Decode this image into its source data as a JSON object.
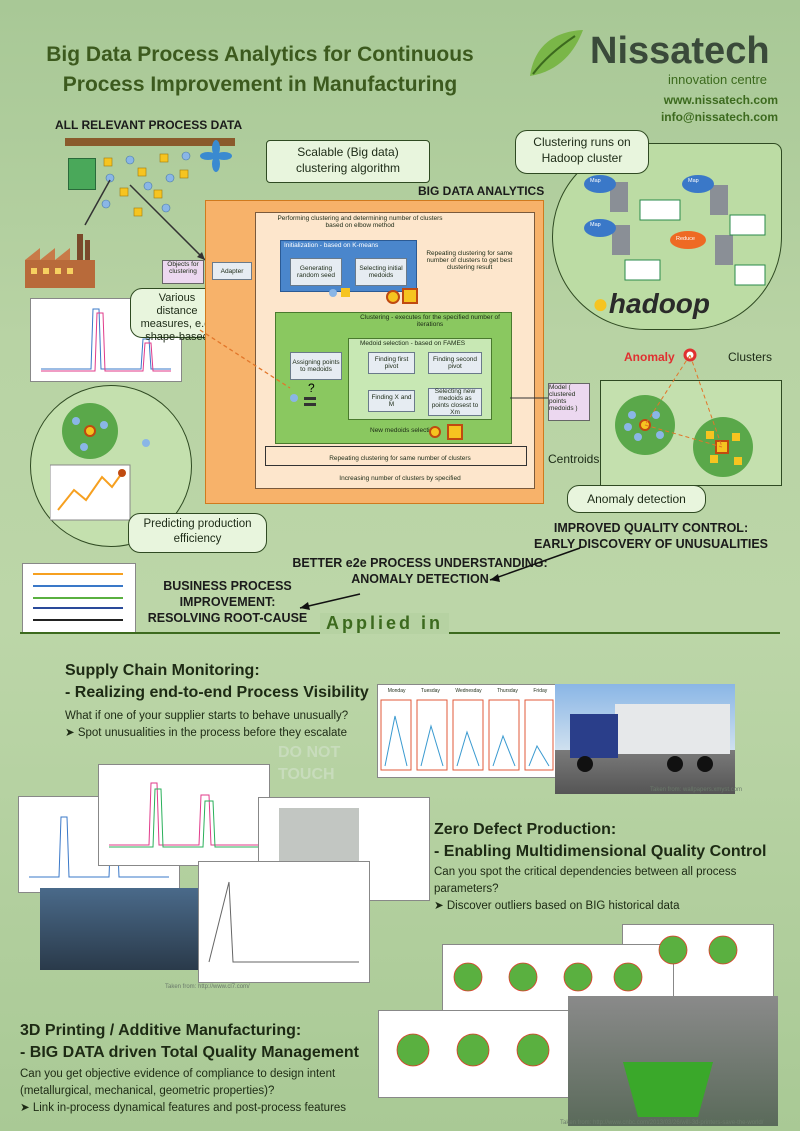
{
  "header": {
    "title_line1": "Big Data Process Analytics for Continuous",
    "title_line2": "Process Improvement in Manufacturing",
    "logo_name": "Nissatech",
    "logo_sub": "innovation centre",
    "website": "www.nissatech.com",
    "email": "info@nissatech.com"
  },
  "diagram": {
    "all_data": "ALL RELEVANT PROCESS DATA",
    "scalable_line1": "Scalable (Big data)",
    "scalable_line2": "clustering algorithm",
    "big_data_analytics": "BIG DATA ANALYTICS",
    "clustering_runs_line1": "Clustering runs on",
    "clustering_runs_line2": "Hadoop cluster",
    "hadoop": "hadoop",
    "map": "Map",
    "reduce": "Reduce",
    "distance_line1": "Various distance",
    "distance_line2": "measures, e.g.",
    "distance_line3": "shape-based",
    "predict_line1": "Predicting production",
    "predict_line2": "efficiency",
    "objects": "Objects for clustering",
    "adapter": "Adapter",
    "outer_label": "Performing clustering and determining number of clusters based on elbow method",
    "init_label": "Initialization - based on K-means",
    "gen_seed": "Generating random seed",
    "select_initial": "Selecting initial medoids",
    "repeat_best": "Repeating clustering for same number of clusters to get best clustering result",
    "clustering_exec": "Clustering - executes for the specified number of iterations",
    "medoid_sel": "Medoid selection - based on FAMES",
    "assign": "Assigning points to medoids",
    "first_pivot": "Finding first pivot",
    "second_pivot": "Finding second pivot",
    "find_xm": "Finding X and M",
    "select_new": "Selecting new medoids as points closest to Xm",
    "new_medoids": "New medoids selection",
    "repeat_same": "Repeating clustering for same number of clusters",
    "increasing": "Increasing number of clusters by specified",
    "model": "Model ( clustered points medoids )",
    "anomaly": "Anomaly",
    "clusters": "Clusters",
    "centroids": "Centroids",
    "anomaly_detection": "Anomaly detection",
    "improved_line1": "IMPROVED QUALITY CONTROL:",
    "improved_line2": "EARLY DISCOVERY OF UNUSUALITIES",
    "better_line1": "BETTER e2e PROCESS UNDERSTANDING:",
    "better_line2": "ANOMALY DETECTION",
    "business_line1": "BUSINESS PROCESS",
    "business_line2": "IMPROVEMENT:",
    "business_line3": "RESOLVING ROOT-CAUSE",
    "applied_in": "Applied in"
  },
  "sections": {
    "supply": {
      "h1": "Supply Chain Monitoring:",
      "h2": "- Realizing end-to-end Process Visibility",
      "q": "What if one of your supplier starts to behave unusually?",
      "b": "Spot unusualities in the process before they escalate",
      "days": [
        "Monday",
        "Tuesday",
        "Wednesday",
        "Thursday",
        "Friday"
      ],
      "do_not": "DO NOT",
      "touch": "TOUCH",
      "credit": "Taken from: wallpapers.xmyst.com"
    },
    "zero": {
      "h1": "Zero Defect Production:",
      "h2": "- Enabling Multidimensional Quality Control",
      "q1": "Can you spot the critical dependencies between all process",
      "q2": "parameters?",
      "b": "Discover outliers based on BIG historical data",
      "credit": "Taken from: http://www.cl7.com/"
    },
    "print": {
      "h1": "3D Printing / Additive Manufacturing:",
      "h2": "- BIG DATA driven Total Quality Management",
      "q1": "Can you get objective evidence of compliance to design intent",
      "q2": "(metallurgical, mechanical, geometric properties)?",
      "b": "Link in-process dynamical features and post-process features",
      "credit": "Taken from: http://www.cnbc.com/2013/03/26/will-3d-printers-save-the-world/"
    }
  },
  "colors": {
    "accent": "#3c6a1e",
    "orange": "#f7b26a",
    "dashed": "#e2762a"
  }
}
